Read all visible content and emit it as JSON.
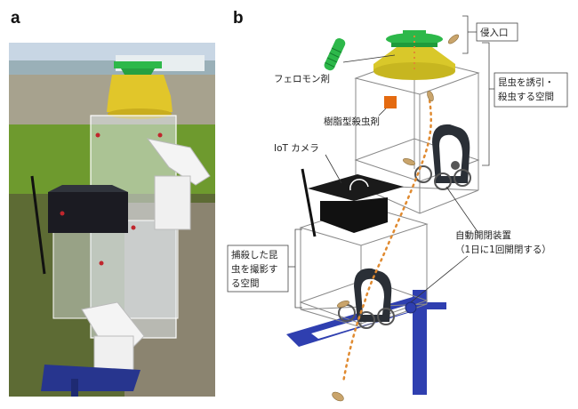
{
  "panels": {
    "a": "a",
    "b": "b"
  },
  "labels": {
    "entrance": "侵入口",
    "attract_kill_line1": "昆虫を誘引・",
    "attract_kill_line2": "殺虫する空間",
    "pheromone": "フェロモン剤",
    "resin_insecticide": "樹脂型殺虫剤",
    "iot_camera": "IoT カメラ",
    "auto_device_line1": "自動開閉装置",
    "auto_device_line2": "（1日に1回開閉する）",
    "photo_space_line1": "捕殺した昆",
    "photo_space_line2": "虫を撮影す",
    "photo_space_line3": "る空間"
  },
  "colors": {
    "lid_green": "#2db84a",
    "trap_yellow": "#d9c82a",
    "stand_blue": "#2f3fb0",
    "insecticide_orange": "#e46a10",
    "path_orange": "#e08a30",
    "camera_black": "#1a1a1a"
  }
}
